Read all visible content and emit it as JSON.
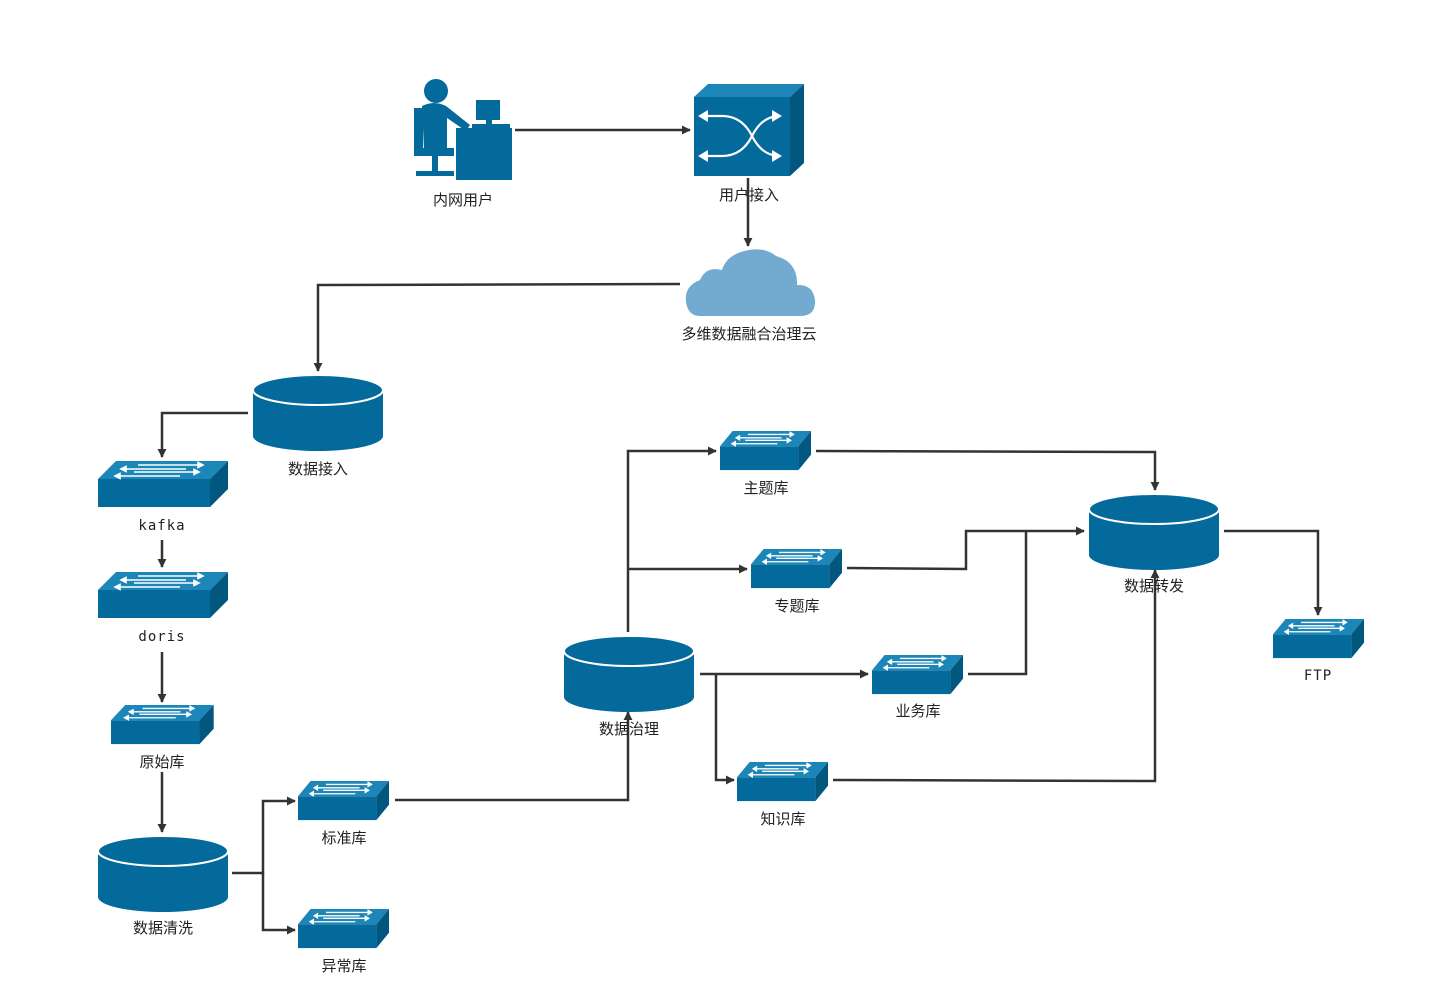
{
  "diagram": {
    "labels": {
      "intranet_user": "内网用户",
      "user_access": "用户接入",
      "cloud": "多维数据融合治理云",
      "data_ingest": "数据接入",
      "kafka": "kafka",
      "doris": "doris",
      "raw_db": "原始库",
      "data_clean": "数据清洗",
      "standard_db": "标准库",
      "exception_db": "异常库",
      "data_governance": "数据治理",
      "topic_db": "主题库",
      "special_db": "专题库",
      "business_db": "业务库",
      "knowledge_db": "知识库",
      "data_forward": "数据转发",
      "ftp": "FTP"
    },
    "colors": {
      "node_blue": "#036a9b",
      "node_blue_dark": "#02577f",
      "node_blue_light": "#1d86b8",
      "cloud_blue": "#73abd0",
      "edge": "#333333"
    }
  }
}
